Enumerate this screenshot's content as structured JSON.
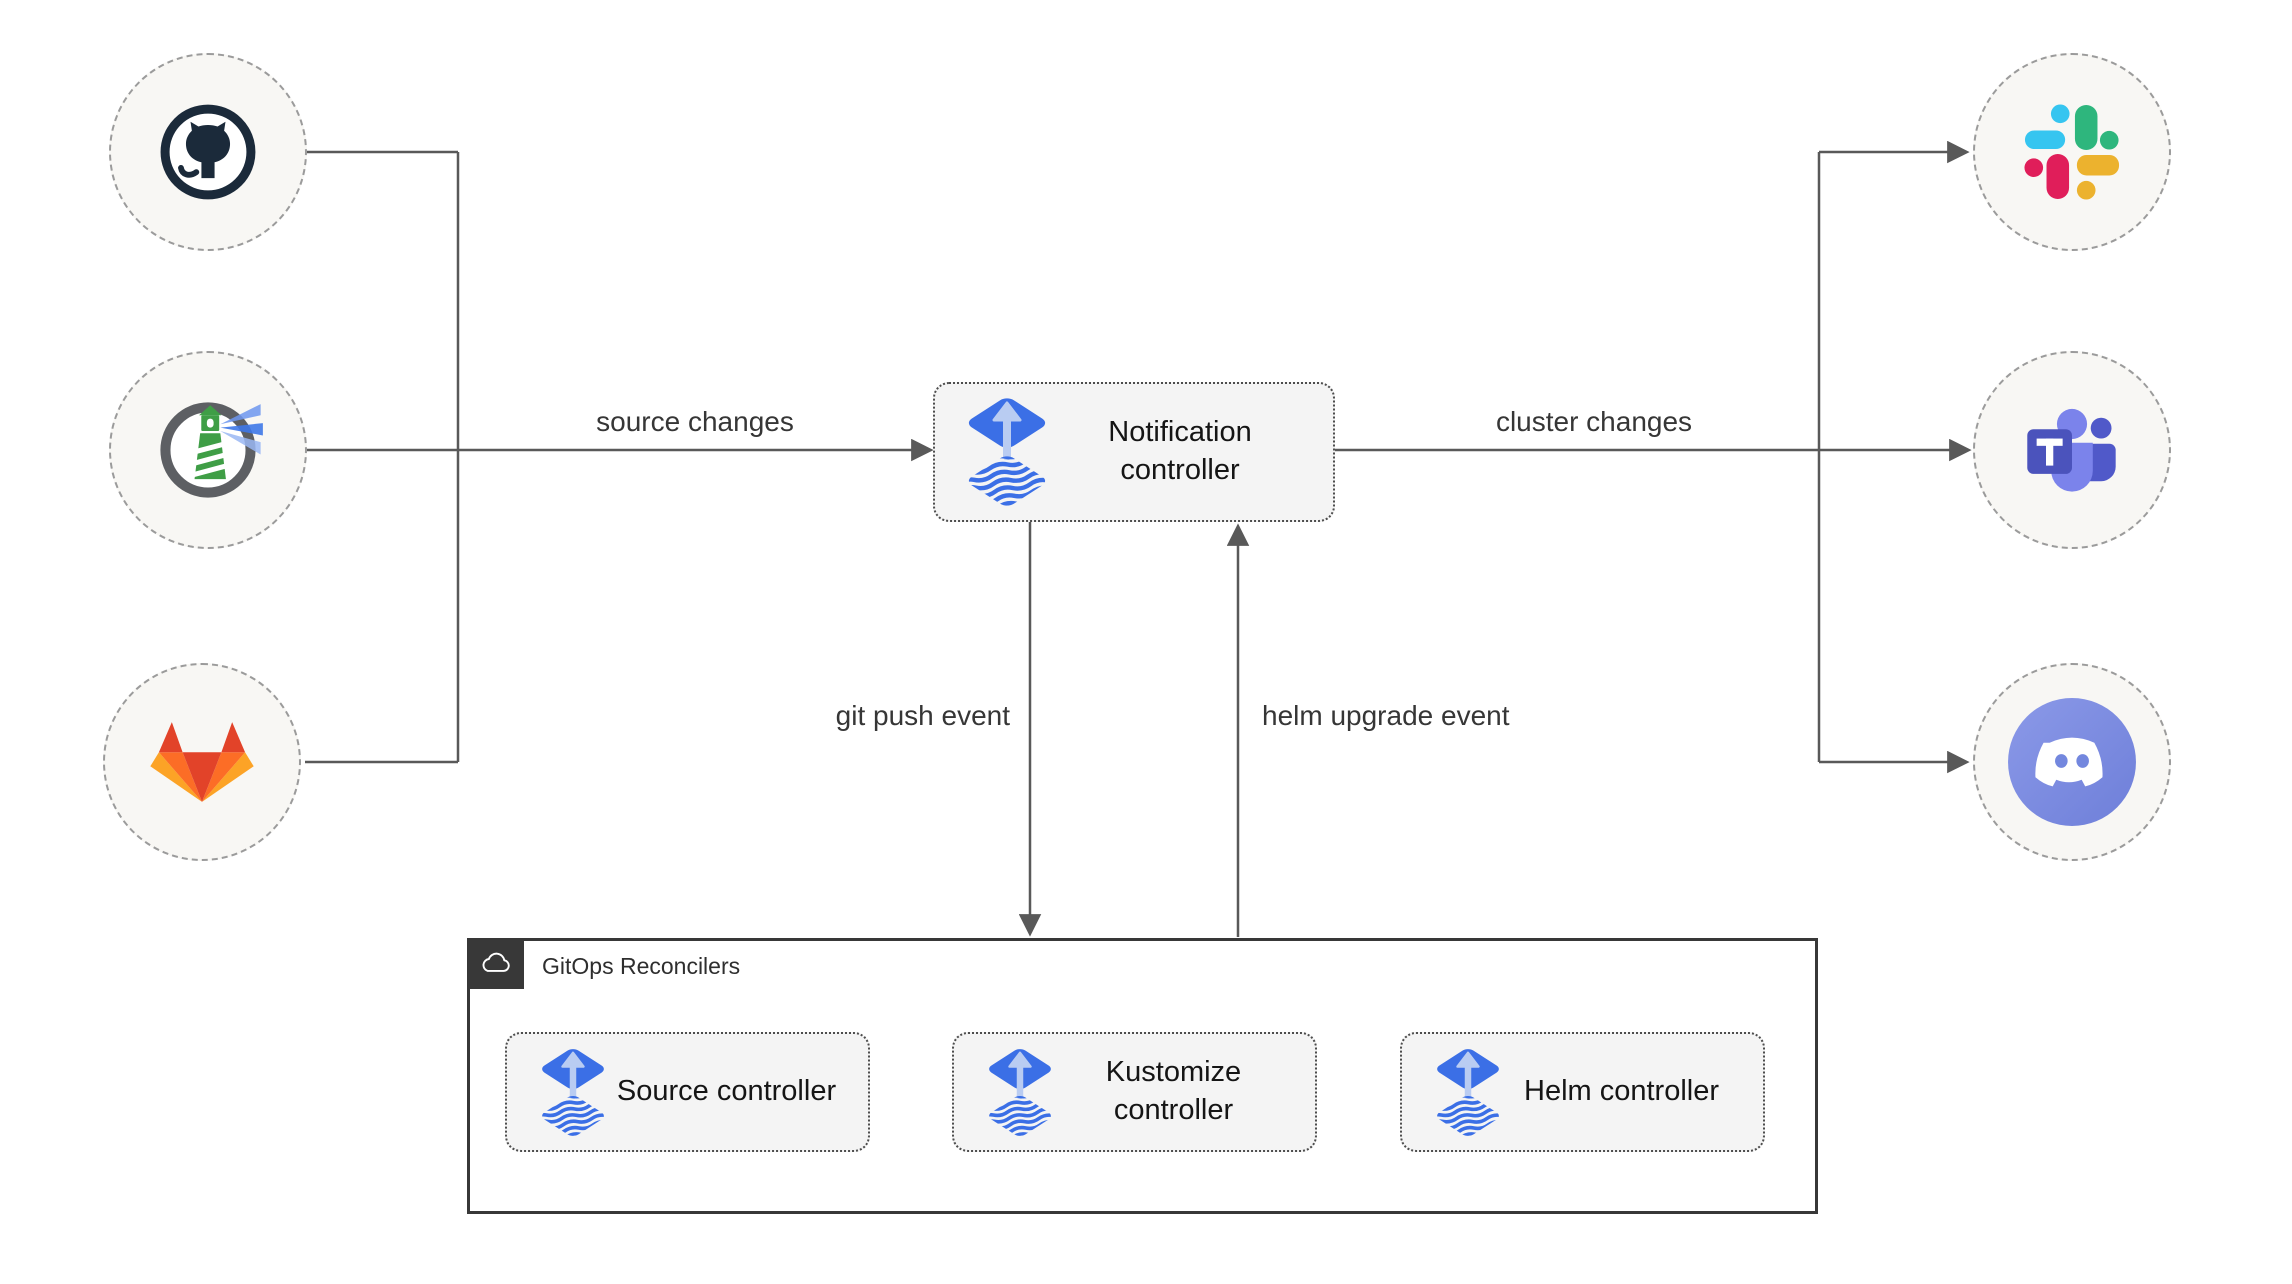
{
  "diagram": {
    "edge_labels": {
      "source_changes": "source changes",
      "cluster_changes": "cluster changes",
      "git_push_event": "git push event",
      "helm_upgrade_event": "helm upgrade event"
    },
    "nodes": {
      "notification": {
        "label": "Notification controller",
        "icon": "flux-icon"
      },
      "source": {
        "label": "Source controller",
        "icon": "flux-icon"
      },
      "kustomize": {
        "label": "Kustomize controller",
        "icon": "flux-icon"
      },
      "helm": {
        "label": "Helm controller",
        "icon": "flux-icon"
      }
    },
    "group": {
      "title": "GitOps Reconcilers",
      "icon": "cloud-icon"
    },
    "sources": [
      {
        "icon": "github-icon"
      },
      {
        "icon": "harbor-icon"
      },
      {
        "icon": "gitlab-icon"
      }
    ],
    "alert_providers": [
      {
        "icon": "slack-icon"
      },
      {
        "icon": "teams-icon"
      },
      {
        "icon": "discord-icon"
      }
    ],
    "colors": {
      "connector": "#595959",
      "flux_blue": "#3b6fe6",
      "flux_arrow_light": "#b9ccf2",
      "node_fill": "#f4f4f4",
      "node_border": "#4d4d4d",
      "circle_fill": "#f8f7f4",
      "circle_border": "#9b9b9b",
      "group_border": "#383838",
      "github_dark": "#1b2a3a",
      "harbor_gray": "#5d5f63",
      "harbor_green": "#3f9e46",
      "gitlab_red": "#e24329",
      "gitlab_orange": "#fc6d26",
      "gitlab_yellow": "#fca326",
      "slack_blue": "#36c5f0",
      "slack_green": "#2eb67d",
      "slack_red": "#e01e5a",
      "slack_yellow": "#ecb22e",
      "teams_indigo": "#5059c9",
      "teams_light": "#7b83eb",
      "teams_dark": "#4b53bc",
      "discord_blurple": "#7b8ce0"
    }
  }
}
